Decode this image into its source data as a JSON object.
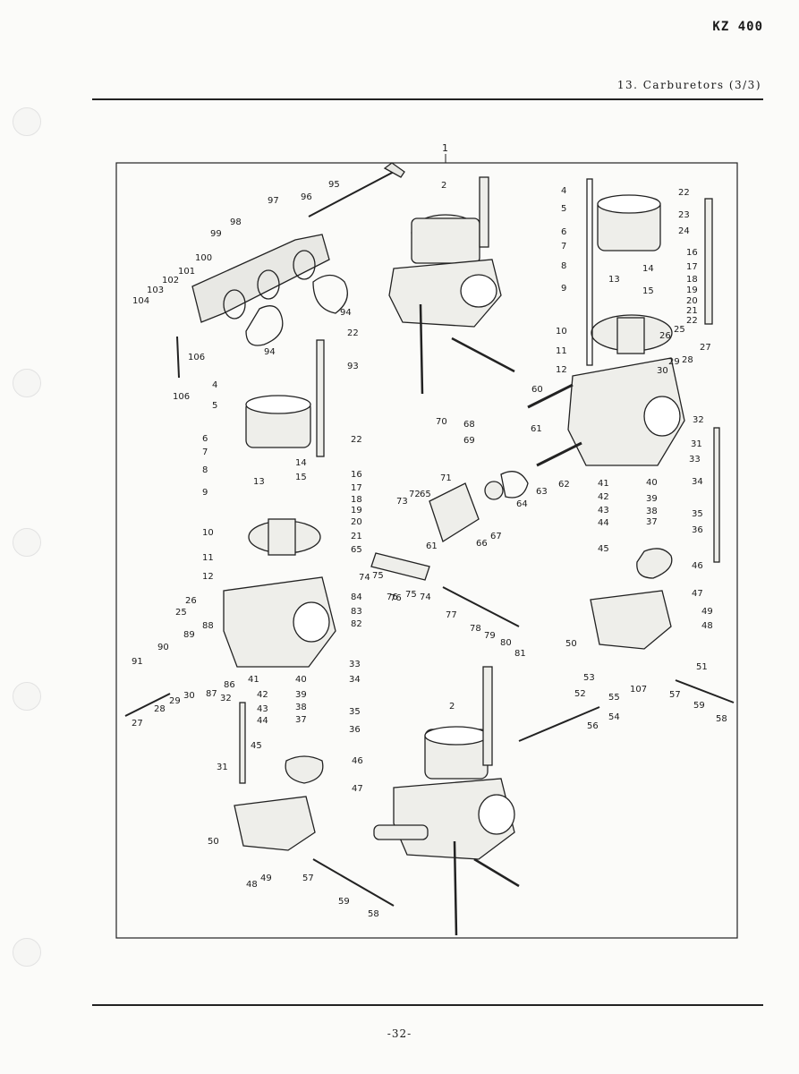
{
  "header": {
    "model_code": "KZ 400",
    "section_title": "13.  Carburetors (3/3)"
  },
  "figure": {
    "assembly_number": "1"
  },
  "callouts": {
    "top_left_manifold": [
      "97",
      "96",
      "95",
      "98",
      "99",
      "100",
      "101",
      "102",
      "103",
      "104",
      "106",
      "106",
      "94",
      "94"
    ],
    "top_carb": [
      "2"
    ],
    "right_carb": [
      "4",
      "5",
      "6",
      "7",
      "8",
      "9",
      "10",
      "11",
      "12",
      "13",
      "14",
      "15",
      "16",
      "17",
      "18",
      "19",
      "20",
      "21",
      "22",
      "22",
      "23",
      "24",
      "25",
      "26",
      "27",
      "28",
      "29",
      "30",
      "31",
      "32",
      "33",
      "34",
      "35",
      "36",
      "37",
      "38",
      "39",
      "40",
      "41",
      "42",
      "43",
      "44",
      "45",
      "46",
      "47",
      "48",
      "49",
      "50",
      "51",
      "52",
      "53",
      "54",
      "55",
      "56",
      "57",
      "58",
      "59",
      "60",
      "61",
      "62",
      "63",
      "64",
      "107"
    ],
    "linkage": [
      "68",
      "69",
      "70",
      "71",
      "73",
      "72",
      "65",
      "66",
      "67",
      "61",
      "75",
      "74",
      "76",
      "76",
      "75",
      "74",
      "77",
      "78",
      "79",
      "80",
      "81"
    ],
    "left_carb": [
      "4",
      "5",
      "6",
      "7",
      "8",
      "9",
      "10",
      "11",
      "12",
      "13",
      "14",
      "15",
      "16",
      "17",
      "18",
      "19",
      "20",
      "21",
      "22",
      "93",
      "22",
      "65",
      "84",
      "83",
      "82",
      "25",
      "26",
      "88",
      "89",
      "90",
      "91",
      "86",
      "87",
      "32",
      "28",
      "29",
      "30",
      "27",
      "33",
      "34",
      "35",
      "36",
      "37",
      "38",
      "39",
      "40",
      "41",
      "42",
      "43",
      "44",
      "45",
      "46",
      "47",
      "48",
      "49",
      "50",
      "31",
      "57",
      "59",
      "58"
    ],
    "bottom_carb": [
      "2"
    ]
  },
  "footer": {
    "page_number": "-32-"
  }
}
